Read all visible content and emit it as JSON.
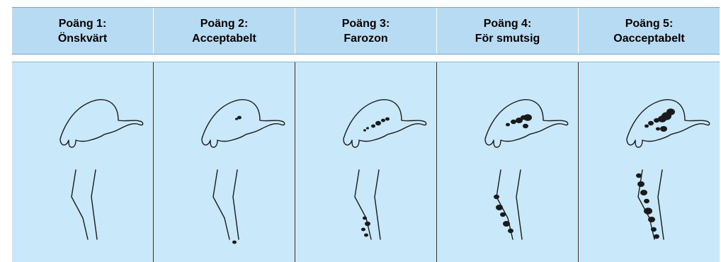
{
  "columns": [
    {
      "score": "Poäng 1:",
      "label": "Önskvärt",
      "soil_level": 0
    },
    {
      "score": "Poäng 2:",
      "label": "Acceptabelt",
      "soil_level": 1
    },
    {
      "score": "Poäng 3:",
      "label": "Farozon",
      "soil_level": 2
    },
    {
      "score": "Poäng 4:",
      "label": "För smutsig",
      "soil_level": 3
    },
    {
      "score": "Poäng 5:",
      "label": "Oacceptabelt",
      "soil_level": 4
    }
  ],
  "colors": {
    "header_bg": "#b7dbf2",
    "panel_bg": "#c9e8f9",
    "line": "#1a1a1a"
  }
}
